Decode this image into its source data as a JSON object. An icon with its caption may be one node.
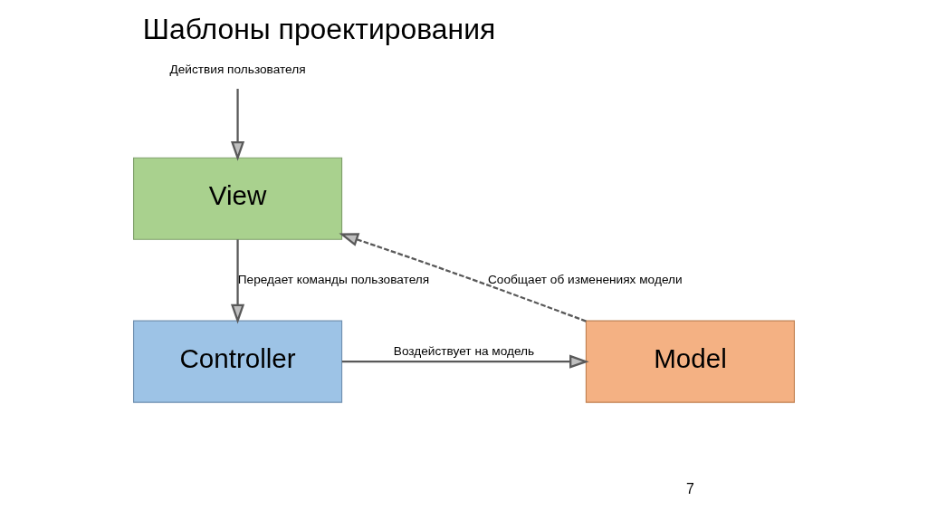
{
  "diagram": {
    "title": "Шаблоны проектирования",
    "nodes": [
      {
        "text": [
          "Действия пользователя"
        ]
      },
      {
        "text": [
          "View"
        ]
      },
      {
        "text": [
          "Controller"
        ]
      },
      {
        "text": [
          "Model"
        ]
      }
    ],
    "edges": [
      {
        "from": 0,
        "to": 1,
        "arrow": "to"
      },
      {
        "from": 1,
        "to": 2,
        "arrow": "to",
        "label": "Передает команды пользователя"
      },
      {
        "from": 2,
        "to": 3,
        "arrow": "to",
        "label": "Воздействует на модель"
      },
      {
        "from": 3,
        "to": 1,
        "arrow": "to",
        "label": "Сообщает об изменениях модели",
        "style": "dashed"
      }
    ],
    "labels": [
      "7"
    ]
  }
}
